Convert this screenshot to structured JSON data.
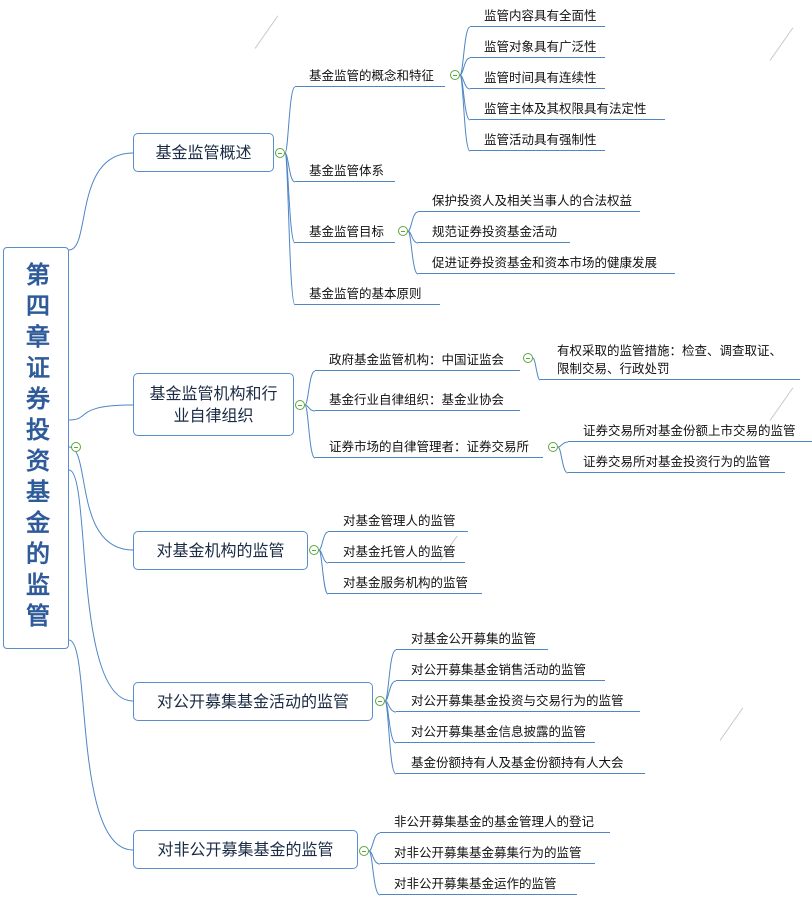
{
  "root": {
    "title": "第四章证券投资基金的监管"
  },
  "branches": [
    {
      "label": "基金监管概述",
      "children": [
        {
          "label": "基金监管的概念和特征",
          "children": [
            "监管内容具有全面性",
            "监管对象具有广泛性",
            "监管时间具有连续性",
            "监管主体及其权限具有法定性",
            "监管活动具有强制性"
          ]
        },
        {
          "label": "基金监管体系"
        },
        {
          "label": "基金监管目标",
          "children": [
            "保护投资人及相关当事人的合法权益",
            "规范证券投资基金活动",
            "促进证券投资基金和资本市场的健康发展"
          ]
        },
        {
          "label": "基金监管的基本原则"
        }
      ]
    },
    {
      "label": "基金监管机构和行业自律组织",
      "children": [
        {
          "label": "政府基金监管机构：中国证监会",
          "children": [
            "有权采取的监管措施：检查、调查取证、限制交易、行政处罚"
          ]
        },
        {
          "label": "基金行业自律组织：基金业协会"
        },
        {
          "label": "证券市场的自律管理者：证券交易所",
          "children": [
            "证券交易所对基金份额上市交易的监管",
            "证券交易所对基金投资行为的监管"
          ]
        }
      ]
    },
    {
      "label": "对基金机构的监管",
      "children": [
        {
          "label": "对基金管理人的监管"
        },
        {
          "label": "对基金托管人的监管"
        },
        {
          "label": "对基金服务机构的监管"
        }
      ]
    },
    {
      "label": "对公开募集基金活动的监管",
      "children": [
        {
          "label": "对基金公开募集的监管"
        },
        {
          "label": "对公开募集基金销售活动的监管"
        },
        {
          "label": "对公开募集基金投资与交易行为的监管"
        },
        {
          "label": "对公开募集基金信息披露的监管"
        },
        {
          "label": "基金份额持有人及基金份额持有人大会"
        }
      ]
    },
    {
      "label": "对非公开募集基金的监管",
      "children": [
        {
          "label": "非公开募集基金的基金管理人的登记"
        },
        {
          "label": "对非公开募集基金募集行为的监管"
        },
        {
          "label": "对非公开募集基金运作的监管"
        }
      ]
    }
  ],
  "colors": {
    "line": "#4f86c6",
    "collapse": "#5aa83a",
    "root_text": "#2f5b9a"
  }
}
